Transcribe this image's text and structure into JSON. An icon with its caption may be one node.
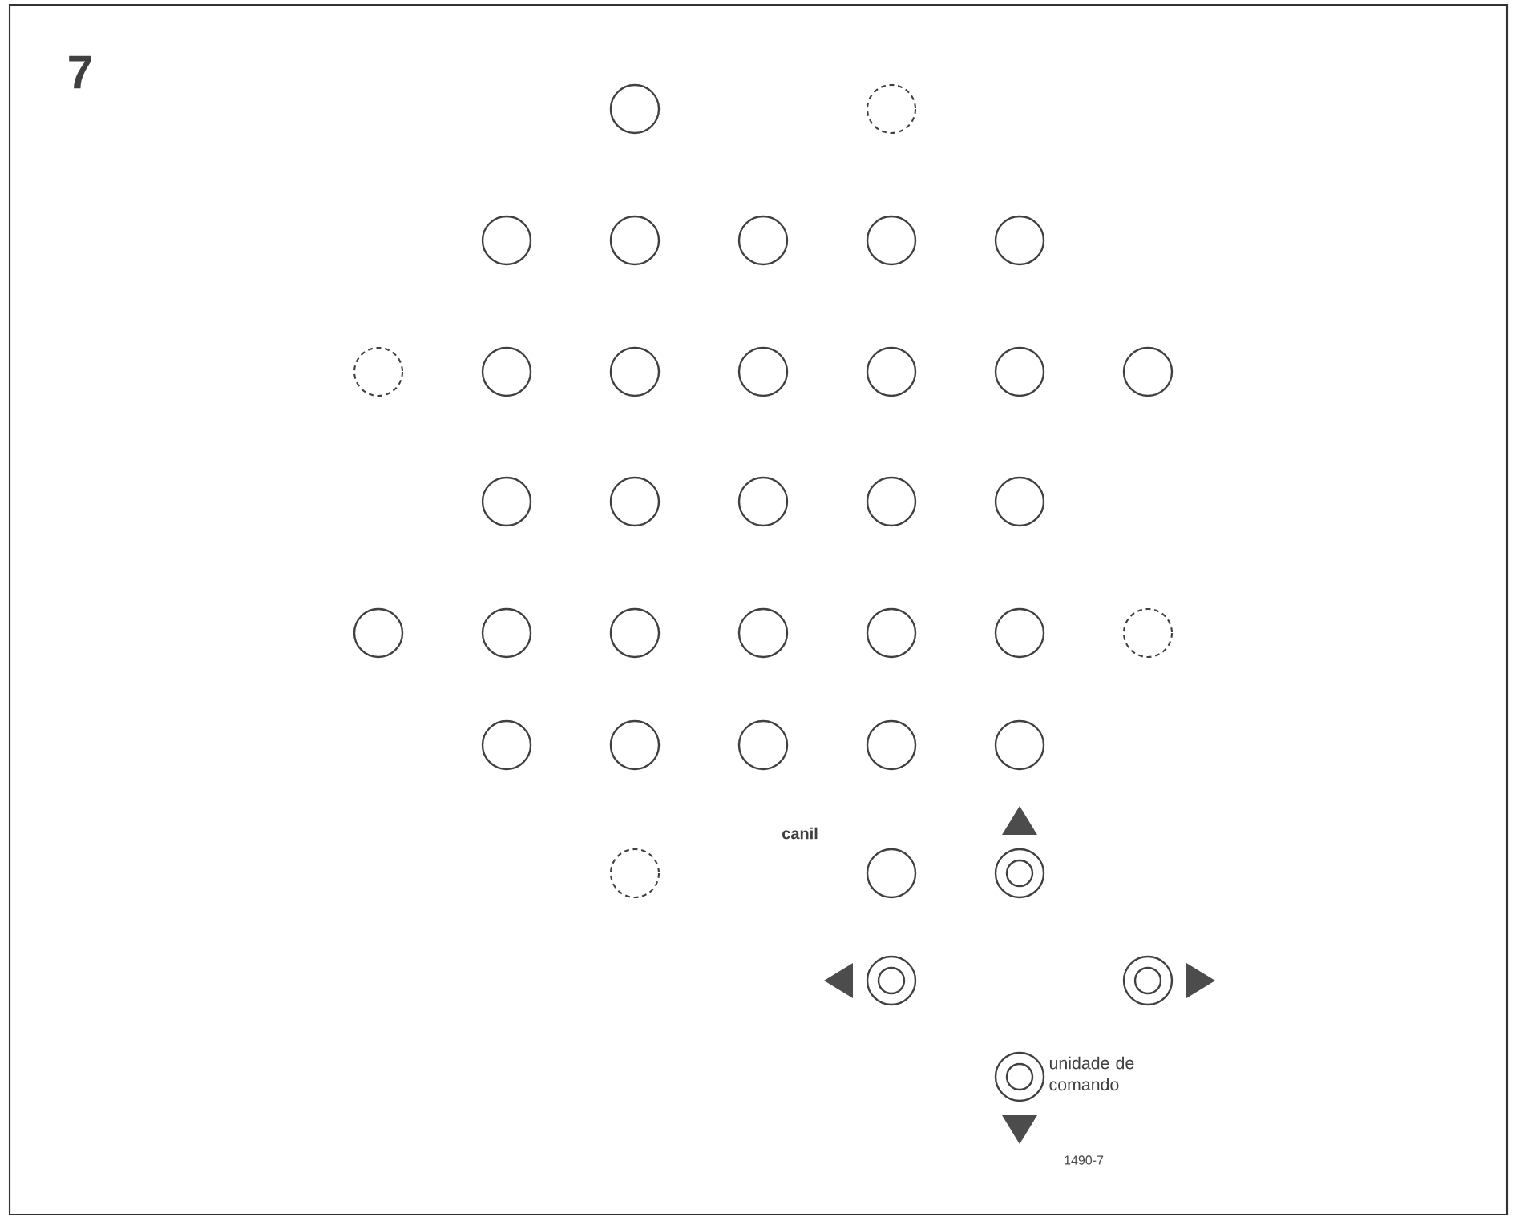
{
  "diagram": {
    "labels": [
      "7",
      "canil",
      "unidade de comando",
      "1490-7"
    ]
  }
}
